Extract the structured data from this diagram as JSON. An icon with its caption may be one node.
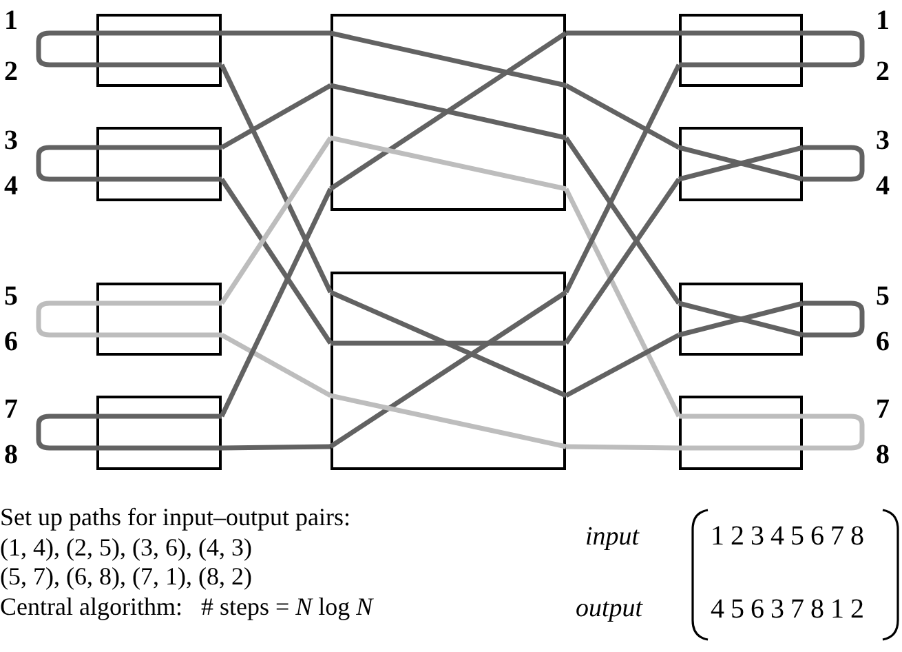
{
  "diagram": {
    "nodes": [
      {
        "text": [],
        "shape": "box"
      },
      {
        "text": [],
        "shape": "box"
      },
      {
        "text": [],
        "shape": "box"
      },
      {
        "text": [],
        "shape": "box"
      },
      {
        "text": [],
        "shape": "box"
      },
      {
        "text": [],
        "shape": "box"
      },
      {
        "text": [],
        "shape": "box"
      },
      {
        "text": [],
        "shape": "box"
      },
      {
        "text": [],
        "shape": "box"
      },
      {
        "text": [],
        "shape": "box"
      }
    ],
    "edges": [
      {
        "from": 0,
        "to": 4,
        "arrow": "none"
      },
      {
        "from": 0,
        "to": 5,
        "arrow": "none"
      },
      {
        "from": 1,
        "to": 4,
        "arrow": "none"
      },
      {
        "from": 1,
        "to": 5,
        "arrow": "none"
      },
      {
        "from": 2,
        "to": 4,
        "arrow": "none",
        "color": "#bdbdbd"
      },
      {
        "from": 2,
        "to": 5,
        "arrow": "none",
        "color": "#bdbdbd"
      },
      {
        "from": 3,
        "to": 4,
        "arrow": "none"
      },
      {
        "from": 3,
        "to": 5,
        "arrow": "none"
      },
      {
        "from": 4,
        "to": 6,
        "arrow": "none"
      },
      {
        "from": 4,
        "to": 7,
        "arrow": "none"
      },
      {
        "from": 4,
        "to": 8,
        "arrow": "none"
      },
      {
        "from": 4,
        "to": 9,
        "arrow": "none",
        "color": "#bdbdbd"
      },
      {
        "from": 5,
        "to": 6,
        "arrow": "none"
      },
      {
        "from": 5,
        "to": 7,
        "arrow": "none"
      },
      {
        "from": 5,
        "to": 8,
        "arrow": "none"
      },
      {
        "from": 5,
        "to": 9,
        "arrow": "none",
        "color": "#bdbdbd"
      }
    ],
    "labels": [
      "1",
      "1",
      "2",
      "2",
      "3",
      "3",
      "4",
      "4",
      "5",
      "5",
      "6",
      "6",
      "7",
      "7",
      "8",
      "8",
      "Set up paths for input–output pairs:",
      "(1, 4), (2, 5), (3, 6), (4, 3)",
      "input",
      "12345678",
      "(5, 7), (6, 8), (7, 1), (8, 2)",
      "Central algorithm:   # steps = *N* log *N*",
      "output",
      "45637812"
    ]
  }
}
